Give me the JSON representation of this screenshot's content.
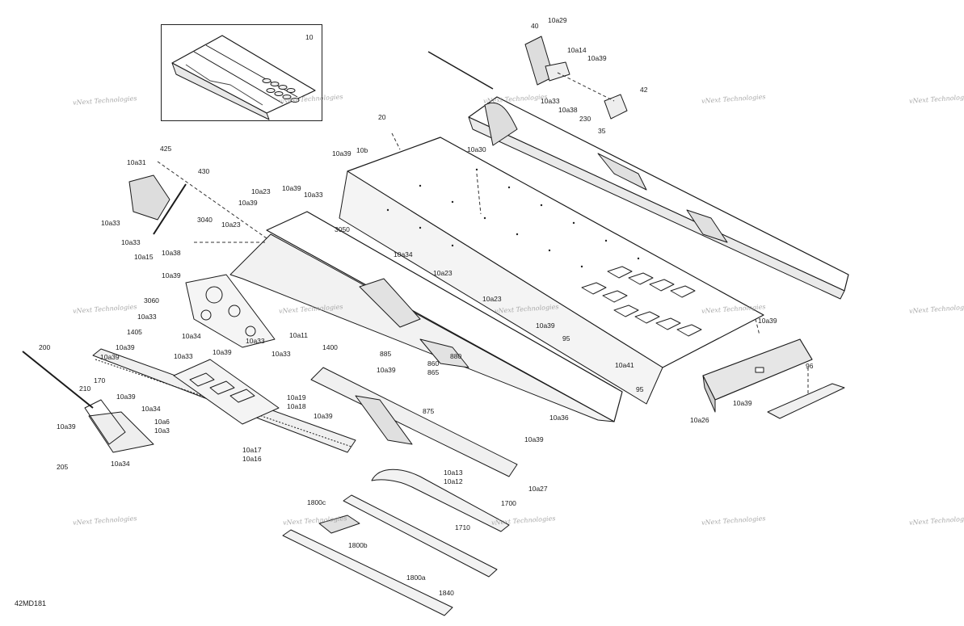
{
  "diagram_code": "42MD181",
  "inset_label": "10",
  "watermark_text": "vNext Technologies",
  "callouts": {
    "c10a29": "10a29",
    "c40": "40",
    "c10a14": "10a14",
    "c10a39_a": "10a39",
    "c42": "42",
    "c10a33_a": "10a33",
    "c10a38_a": "10a38",
    "c230": "230",
    "c35": "35",
    "c20": "20",
    "c10a39_b": "10a39",
    "c10b": "10b",
    "c10a30": "10a30",
    "c425": "425",
    "c10a31": "10a31",
    "c430": "430",
    "c3040": "3040",
    "c10a23_a": "10a23",
    "c10a23_b": "10a23",
    "c10a39_c": "10a39",
    "c10a39_d": "10a39",
    "c10a33_b": "10a33",
    "c3050": "3050",
    "c10a33_c": "10a33",
    "c10a33_d": "10a33",
    "c10a15": "10a15",
    "c10a38_b": "10a38",
    "c10a34_a": "10a34",
    "c10a23_c": "10a23",
    "c10a39_e": "10a39",
    "c3060": "3060",
    "c10a33_e": "10a33",
    "c1405": "1405",
    "c10a34_b": "10a34",
    "c10a11": "10a11",
    "c10a33_f": "10a33",
    "c10a39_f": "10a39",
    "c10a33_g": "10a33",
    "c10a33_h": "10a33",
    "c1400": "1400",
    "c10a23_d": "10a23",
    "c10a39_g": "10a39",
    "c95_a": "95",
    "c10a39_h": "10a39",
    "c885": "885",
    "c860": "860",
    "c865": "865",
    "c880": "880",
    "c10a41": "10a41",
    "c95_b": "95",
    "c875": "875",
    "c10a36": "10a36",
    "c10a39_i": "10a39",
    "c10a39_j": "10a39",
    "c200": "200",
    "c10a39_k": "10a39",
    "c170": "170",
    "c210": "210",
    "c10a39_l": "10a39",
    "c10a34_c": "10a34",
    "c10a6": "10a6",
    "c10a3": "10a3",
    "c10a39_m": "10a39",
    "c205": "205",
    "c10a34_d": "10a34",
    "c10a19": "10a19",
    "c10a18": "10a18",
    "c10a39_n": "10a39",
    "c10a17": "10a17",
    "c10a16": "10a16",
    "c10a39_o": "10a39",
    "c10a13": "10a13",
    "c10a12": "10a12",
    "c10a27": "10a27",
    "c10a39_p": "10a39",
    "c10a26": "10a26",
    "c96": "96",
    "c10a39_q": "10a39",
    "c1800c": "1800c",
    "c1800b": "1800b",
    "c1700": "1700",
    "c1710": "1710",
    "c1800a": "1800a",
    "c1840": "1840"
  }
}
